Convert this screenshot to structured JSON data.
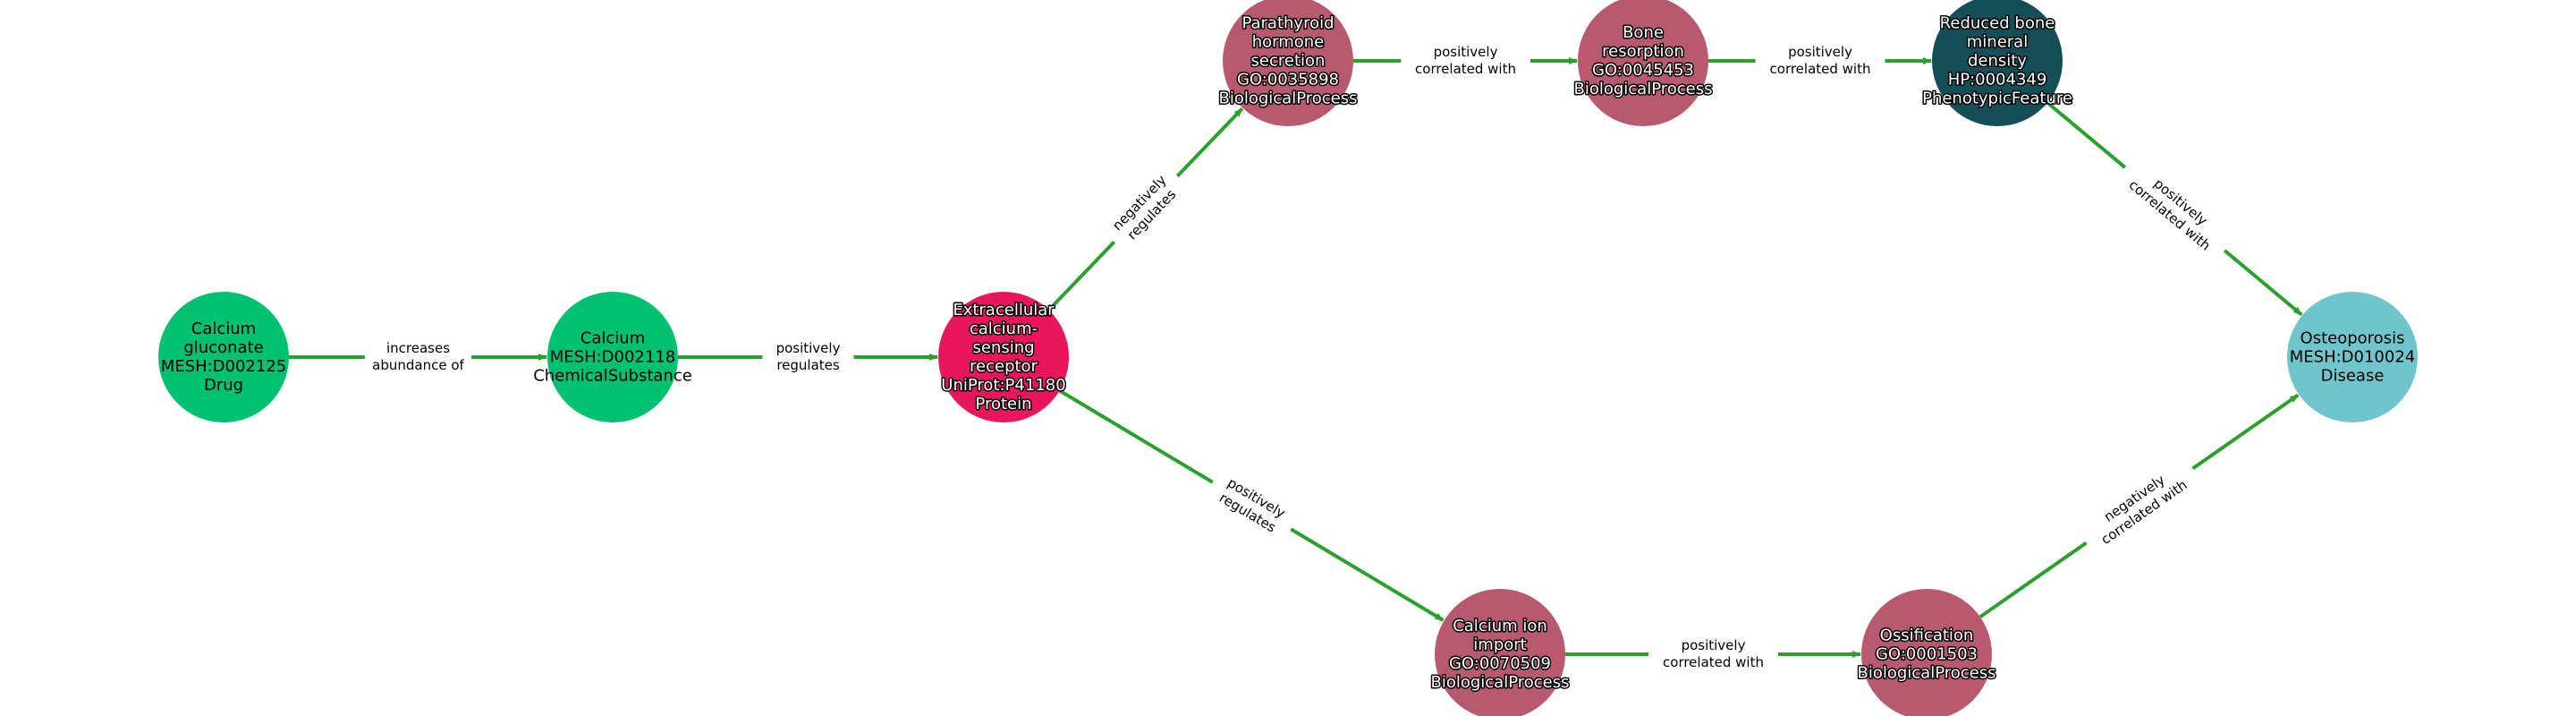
{
  "colors": {
    "edge": "#2ca02c",
    "Drug": "#00c170",
    "ChemicalSubstance": "#00c170",
    "Protein": "#e8175d",
    "BiologicalProcess": "#b85a6f",
    "PhenotypicFeature": "#154e56",
    "Disease": "#6fc5cb"
  },
  "nodes": [
    {
      "id": "calcium-gluconate",
      "lines": [
        "Calcium",
        "gluconate",
        "MESH:D002125",
        "Drug"
      ],
      "category": "Drug",
      "outlined": false
    },
    {
      "id": "calcium",
      "lines": [
        "Calcium",
        "MESH:D002118",
        "ChemicalSubstance"
      ],
      "category": "ChemicalSubstance",
      "outlined": false
    },
    {
      "id": "casr",
      "lines": [
        "Extracellular",
        "calcium-",
        "sensing",
        "receptor",
        "UniProt:P41180",
        "Protein"
      ],
      "category": "Protein",
      "outlined": true
    },
    {
      "id": "pth-secretion",
      "lines": [
        "Parathyroid",
        "hormone",
        "secretion",
        "GO:0035898",
        "BiologicalProcess"
      ],
      "category": "BiologicalProcess",
      "outlined": true
    },
    {
      "id": "bone-resorption",
      "lines": [
        "Bone",
        "resorption",
        "GO:0045453",
        "BiologicalProcess"
      ],
      "category": "BiologicalProcess",
      "outlined": true
    },
    {
      "id": "reduced-bmd",
      "lines": [
        "Reduced bone",
        "mineral",
        "density",
        "HP:0004349",
        "PhenotypicFeature"
      ],
      "category": "PhenotypicFeature",
      "outlined": true
    },
    {
      "id": "osteoporosis",
      "lines": [
        "Osteoporosis",
        "MESH:D010024",
        "Disease"
      ],
      "category": "Disease",
      "outlined": false
    },
    {
      "id": "calcium-ion-import",
      "lines": [
        "Calcium ion",
        "import",
        "GO:0070509",
        "BiologicalProcess"
      ],
      "category": "BiologicalProcess",
      "outlined": true
    },
    {
      "id": "ossification",
      "lines": [
        "Ossification",
        "GO:0001503",
        "BiologicalProcess"
      ],
      "category": "BiologicalProcess",
      "outlined": true
    }
  ],
  "edges": [
    {
      "source": "calcium-gluconate",
      "target": "calcium",
      "lines": [
        "increases",
        "abundance of"
      ]
    },
    {
      "source": "calcium",
      "target": "casr",
      "lines": [
        "positively",
        "regulates"
      ]
    },
    {
      "source": "casr",
      "target": "pth-secretion",
      "lines": [
        "negatively",
        "regulates"
      ]
    },
    {
      "source": "casr",
      "target": "calcium-ion-import",
      "lines": [
        "positively",
        "regulates"
      ]
    },
    {
      "source": "pth-secretion",
      "target": "bone-resorption",
      "lines": [
        "positively",
        "correlated with"
      ]
    },
    {
      "source": "bone-resorption",
      "target": "reduced-bmd",
      "lines": [
        "positively",
        "correlated with"
      ]
    },
    {
      "source": "reduced-bmd",
      "target": "osteoporosis",
      "lines": [
        "positively",
        "correlated with"
      ]
    },
    {
      "source": "calcium-ion-import",
      "target": "ossification",
      "lines": [
        "positively",
        "correlated with"
      ]
    },
    {
      "source": "ossification",
      "target": "osteoporosis",
      "lines": [
        "negatively",
        "correlated with"
      ]
    }
  ]
}
